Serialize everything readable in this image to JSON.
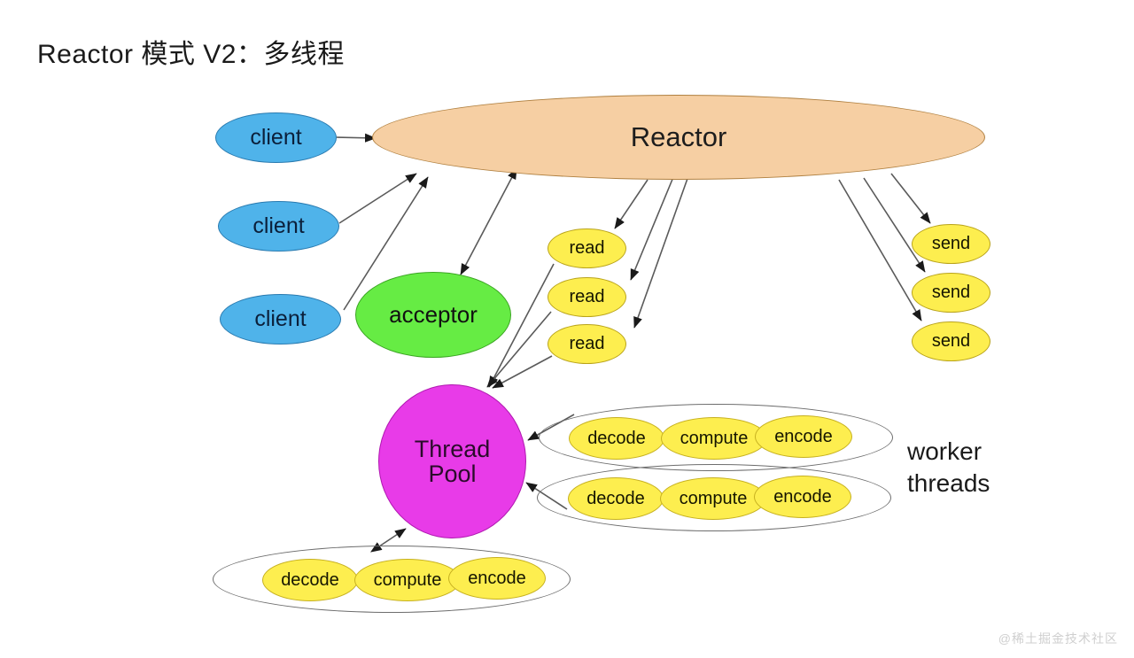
{
  "slide": {
    "title": "Reactor 模式 V2：多线程",
    "watermark": "@稀土掘金技术社区",
    "background": "#ffffff"
  },
  "colors": {
    "client": "#4fb3ea",
    "reactor": "#f6cfa3",
    "acceptor": "#66ec44",
    "handler": "#fdee4f",
    "thread_pool": "#e83be8",
    "edge": "#5a5a5a",
    "title_text": "#1a1a1a"
  },
  "nodes": {
    "clients": [
      {
        "label": "client"
      },
      {
        "label": "client"
      },
      {
        "label": "client"
      }
    ],
    "reactor": {
      "label": "Reactor"
    },
    "acceptor": {
      "label": "acceptor"
    },
    "reads": [
      {
        "label": "read"
      },
      {
        "label": "read"
      },
      {
        "label": "read"
      }
    ],
    "sends": [
      {
        "label": "send"
      },
      {
        "label": "send"
      },
      {
        "label": "send"
      }
    ],
    "thread_pool": {
      "line1": "Thread",
      "line2": "Pool"
    },
    "worker_label": {
      "line1": "worker",
      "line2": "threads"
    },
    "worker_groups": [
      {
        "stages": [
          "decode",
          "compute",
          "encode"
        ]
      },
      {
        "stages": [
          "decode",
          "compute",
          "encode"
        ]
      },
      {
        "stages": [
          "decode",
          "compute",
          "encode"
        ]
      }
    ]
  },
  "edges": [
    {
      "from": "client-1",
      "to": "reactor",
      "style": "arrow"
    },
    {
      "from": "client-2",
      "to": "reactor",
      "style": "arrow"
    },
    {
      "from": "client-3",
      "to": "reactor",
      "style": "arrow"
    },
    {
      "from": "reactor",
      "to": "acceptor",
      "style": "double-arrow"
    },
    {
      "from": "reactor",
      "to": "read-1",
      "style": "arrow"
    },
    {
      "from": "reactor",
      "to": "read-2",
      "style": "arrow"
    },
    {
      "from": "reactor",
      "to": "read-3",
      "style": "arrow"
    },
    {
      "from": "read-1",
      "to": "thread-pool",
      "style": "arrow"
    },
    {
      "from": "read-2",
      "to": "thread-pool",
      "style": "arrow"
    },
    {
      "from": "read-3",
      "to": "thread-pool",
      "style": "arrow"
    },
    {
      "from": "reactor",
      "to": "send-1",
      "style": "arrow"
    },
    {
      "from": "reactor",
      "to": "send-2",
      "style": "arrow"
    },
    {
      "from": "reactor",
      "to": "send-3",
      "style": "arrow"
    },
    {
      "from": "worker-group-1",
      "to": "thread-pool",
      "style": "arrow"
    },
    {
      "from": "worker-group-2",
      "to": "thread-pool",
      "style": "arrow"
    },
    {
      "from": "worker-group-3",
      "to": "thread-pool",
      "style": "double-arrow"
    }
  ]
}
